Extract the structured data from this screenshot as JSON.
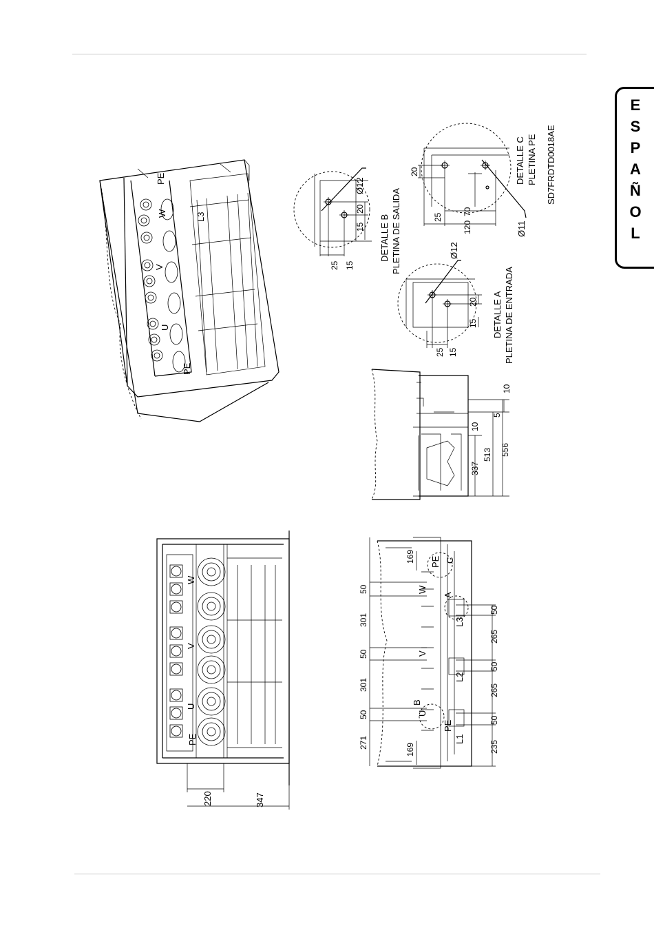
{
  "language_tab": {
    "letters": [
      "E",
      "S",
      "P",
      "A",
      "Ñ",
      "O",
      "L"
    ]
  },
  "drawing_code": "SD7FRDTD0018AE",
  "details": {
    "a": {
      "title": "DETALLE A",
      "subtitle": "PLETINA DE ENTRADA",
      "hole": "Ø12",
      "dims": [
        "20",
        "15",
        "25",
        "15"
      ]
    },
    "b": {
      "title": "DETALLE B",
      "subtitle": "PLETINA DE SALIDA",
      "hole": "Ø12",
      "dims": [
        "20",
        "15",
        "25",
        "15"
      ]
    },
    "c": {
      "title": "DETALLE C",
      "subtitle": "PLETINA PE",
      "hole": "Ø11",
      "dims": [
        "20",
        "25",
        "120",
        "70"
      ]
    }
  },
  "side_view": {
    "dims": [
      "10",
      "5",
      "10",
      "337",
      "513",
      "556"
    ]
  },
  "front_view": {
    "terminals": [
      "PE",
      "U",
      "V",
      "W"
    ],
    "dims": [
      "220",
      "347"
    ]
  },
  "bottom_view": {
    "top_dims": [
      "271",
      "50",
      "301",
      "50",
      "301",
      "50"
    ],
    "bottom_dims": [
      "235",
      "50",
      "265",
      "50",
      "265",
      "50"
    ],
    "side_dims": [
      "169",
      "169"
    ],
    "labels": [
      "B",
      "C",
      "A",
      "U",
      "V",
      "W",
      "PE",
      "PE",
      "L1",
      "L2",
      "L3"
    ]
  },
  "perspective": {
    "labels": [
      "PE",
      "W",
      "V",
      "U",
      "PE",
      "L3"
    ]
  }
}
